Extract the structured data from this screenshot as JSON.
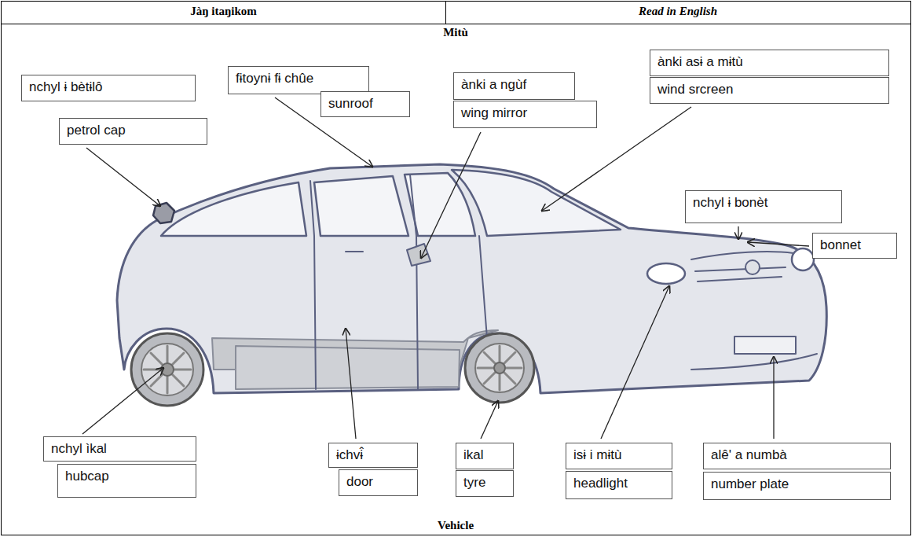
{
  "diagram": {
    "title": "Mitù",
    "caption": "Vehicle",
    "nodes": [
      {
        "text": [
          "nchyl ɨ bètɨlô"
        ]
      },
      {
        "text": [
          "petrol cap"
        ]
      },
      {
        "text": [
          "fɨtoynɨ fɨ chûe"
        ]
      },
      {
        "text": [
          "sunroof"
        ]
      },
      {
        "text": [
          "ànki a ngùf"
        ]
      },
      {
        "text": [
          "wing mirror"
        ]
      },
      {
        "text": [
          "ànki asɨ a mɨtù"
        ]
      },
      {
        "text": [
          "wind srcreen"
        ]
      },
      {
        "text": [
          "nchyl ɨ bonèt"
        ]
      },
      {
        "text": [
          "bonnet"
        ]
      },
      {
        "text": [
          "nchyl ìkal"
        ]
      },
      {
        "text": [
          "hubcap"
        ]
      },
      {
        "text": [
          "ɨchvɨ̂"
        ]
      },
      {
        "text": [
          "door"
        ]
      },
      {
        "text": [
          "ikal"
        ]
      },
      {
        "text": [
          "tyre"
        ]
      },
      {
        "text": [
          "isɨ i mɨtù"
        ]
      },
      {
        "text": [
          "headlight"
        ]
      },
      {
        "text": [
          "alê' a numbà"
        ]
      },
      {
        "text": [
          "number plate"
        ]
      }
    ],
    "labels": [
      "Jàŋ itaŋikom",
      "Read in English"
    ]
  }
}
